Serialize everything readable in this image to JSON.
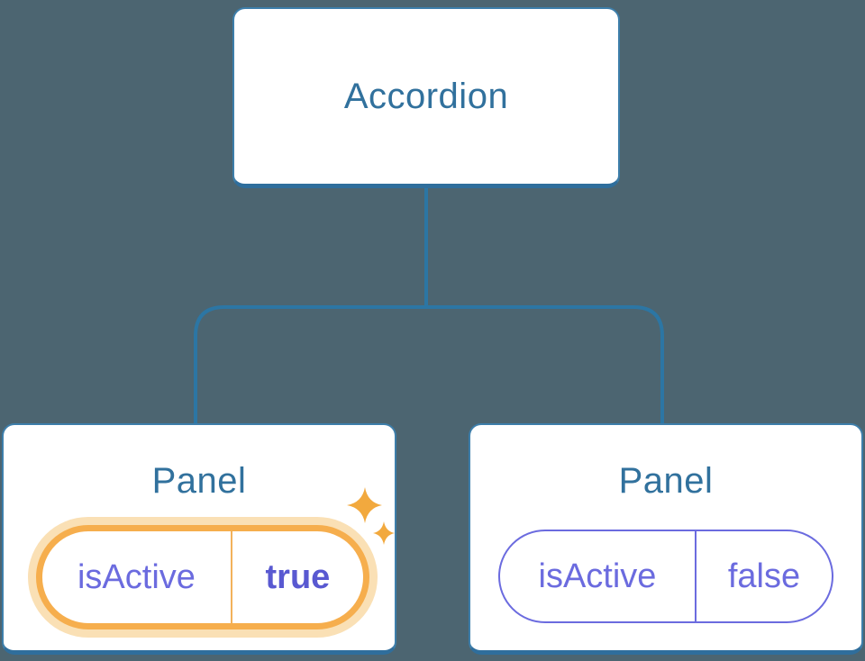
{
  "diagram": {
    "description": "Component tree: Accordion parent with two Panel children holding isActive state",
    "colors": {
      "background": "#4C6571",
      "node_border_blue": "#3D7EAA",
      "node_text_blue": "#31719D",
      "connector_blue": "#2C76A4",
      "state_purple": "#6B6BDF",
      "state_purple_bold": "#5959D1",
      "highlight_orange": "#F6AE4D",
      "highlight_glow": "#FAE0B5",
      "sparkle_orange": "#F2A93E"
    },
    "root": {
      "label": "Accordion"
    },
    "panels": [
      {
        "title": "Panel",
        "state_key": "isActive",
        "state_value": "true",
        "highlighted": true
      },
      {
        "title": "Panel",
        "state_key": "isActive",
        "state_value": "false",
        "highlighted": false
      }
    ]
  }
}
